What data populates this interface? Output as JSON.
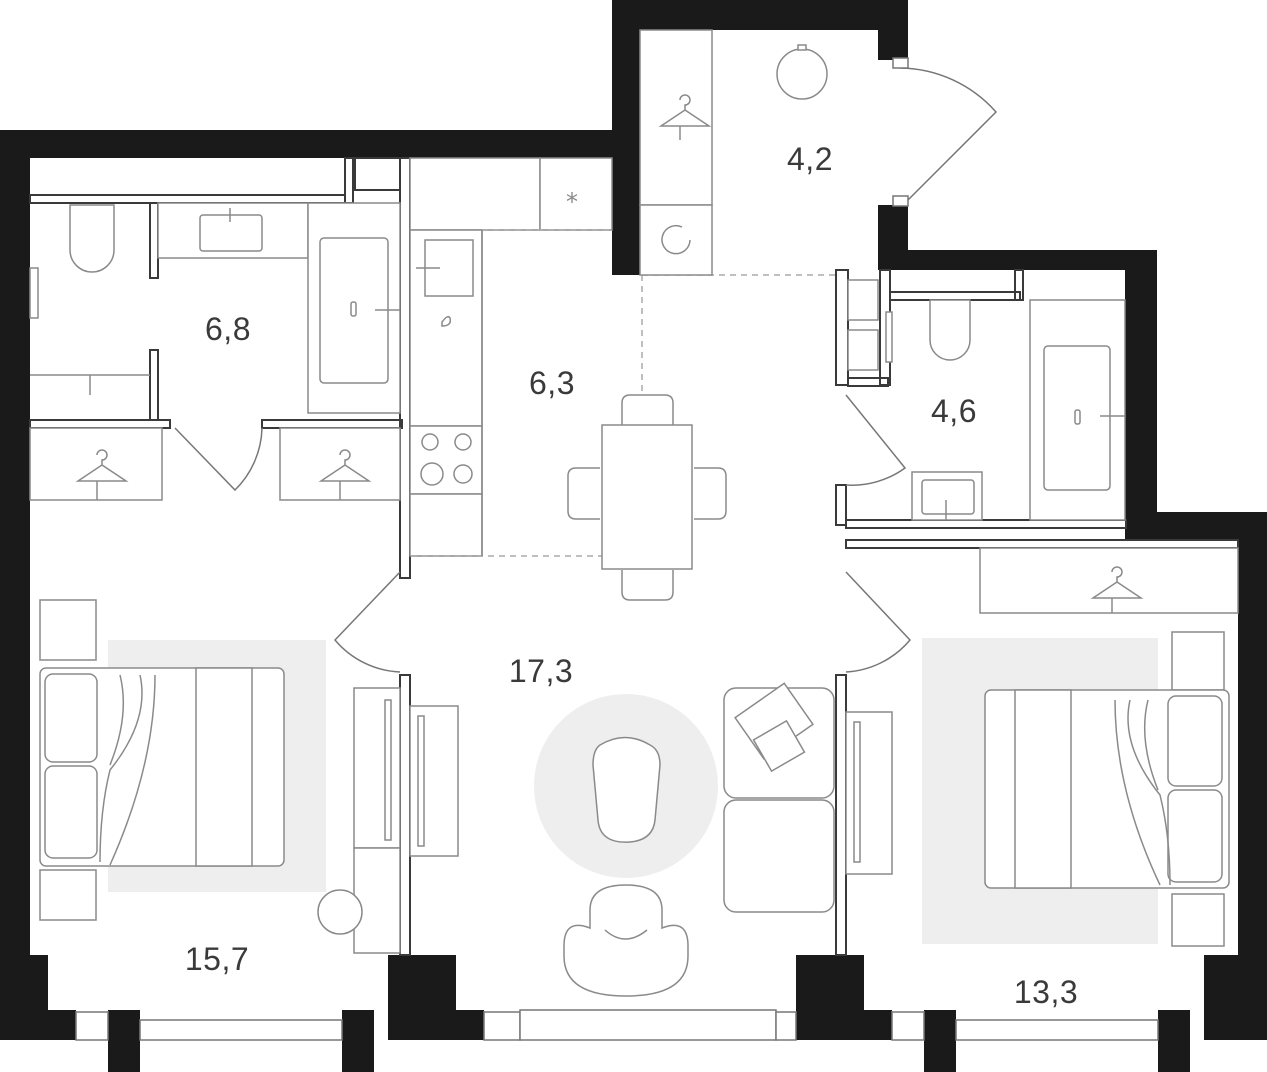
{
  "plan": {
    "rooms": [
      {
        "id": "bathroom-left",
        "area": "6,8"
      },
      {
        "id": "kitchen",
        "area": "6,3"
      },
      {
        "id": "hall",
        "area": "4,2"
      },
      {
        "id": "bathroom-right",
        "area": "4,6"
      },
      {
        "id": "living-room",
        "area": "17,3"
      },
      {
        "id": "bedroom-left",
        "area": "15,7"
      },
      {
        "id": "bedroom-right",
        "area": "13,3"
      }
    ],
    "icons": {
      "hanger": "hanger-icon",
      "fan": "ventilation-icon",
      "boiler": "boiler-icon",
      "water": "water-drop-icon"
    },
    "colors": {
      "wall": "#1a1a1a",
      "rug": "#eeeeee",
      "line": "#8a8a8a",
      "text": "#3a3a3a"
    }
  }
}
